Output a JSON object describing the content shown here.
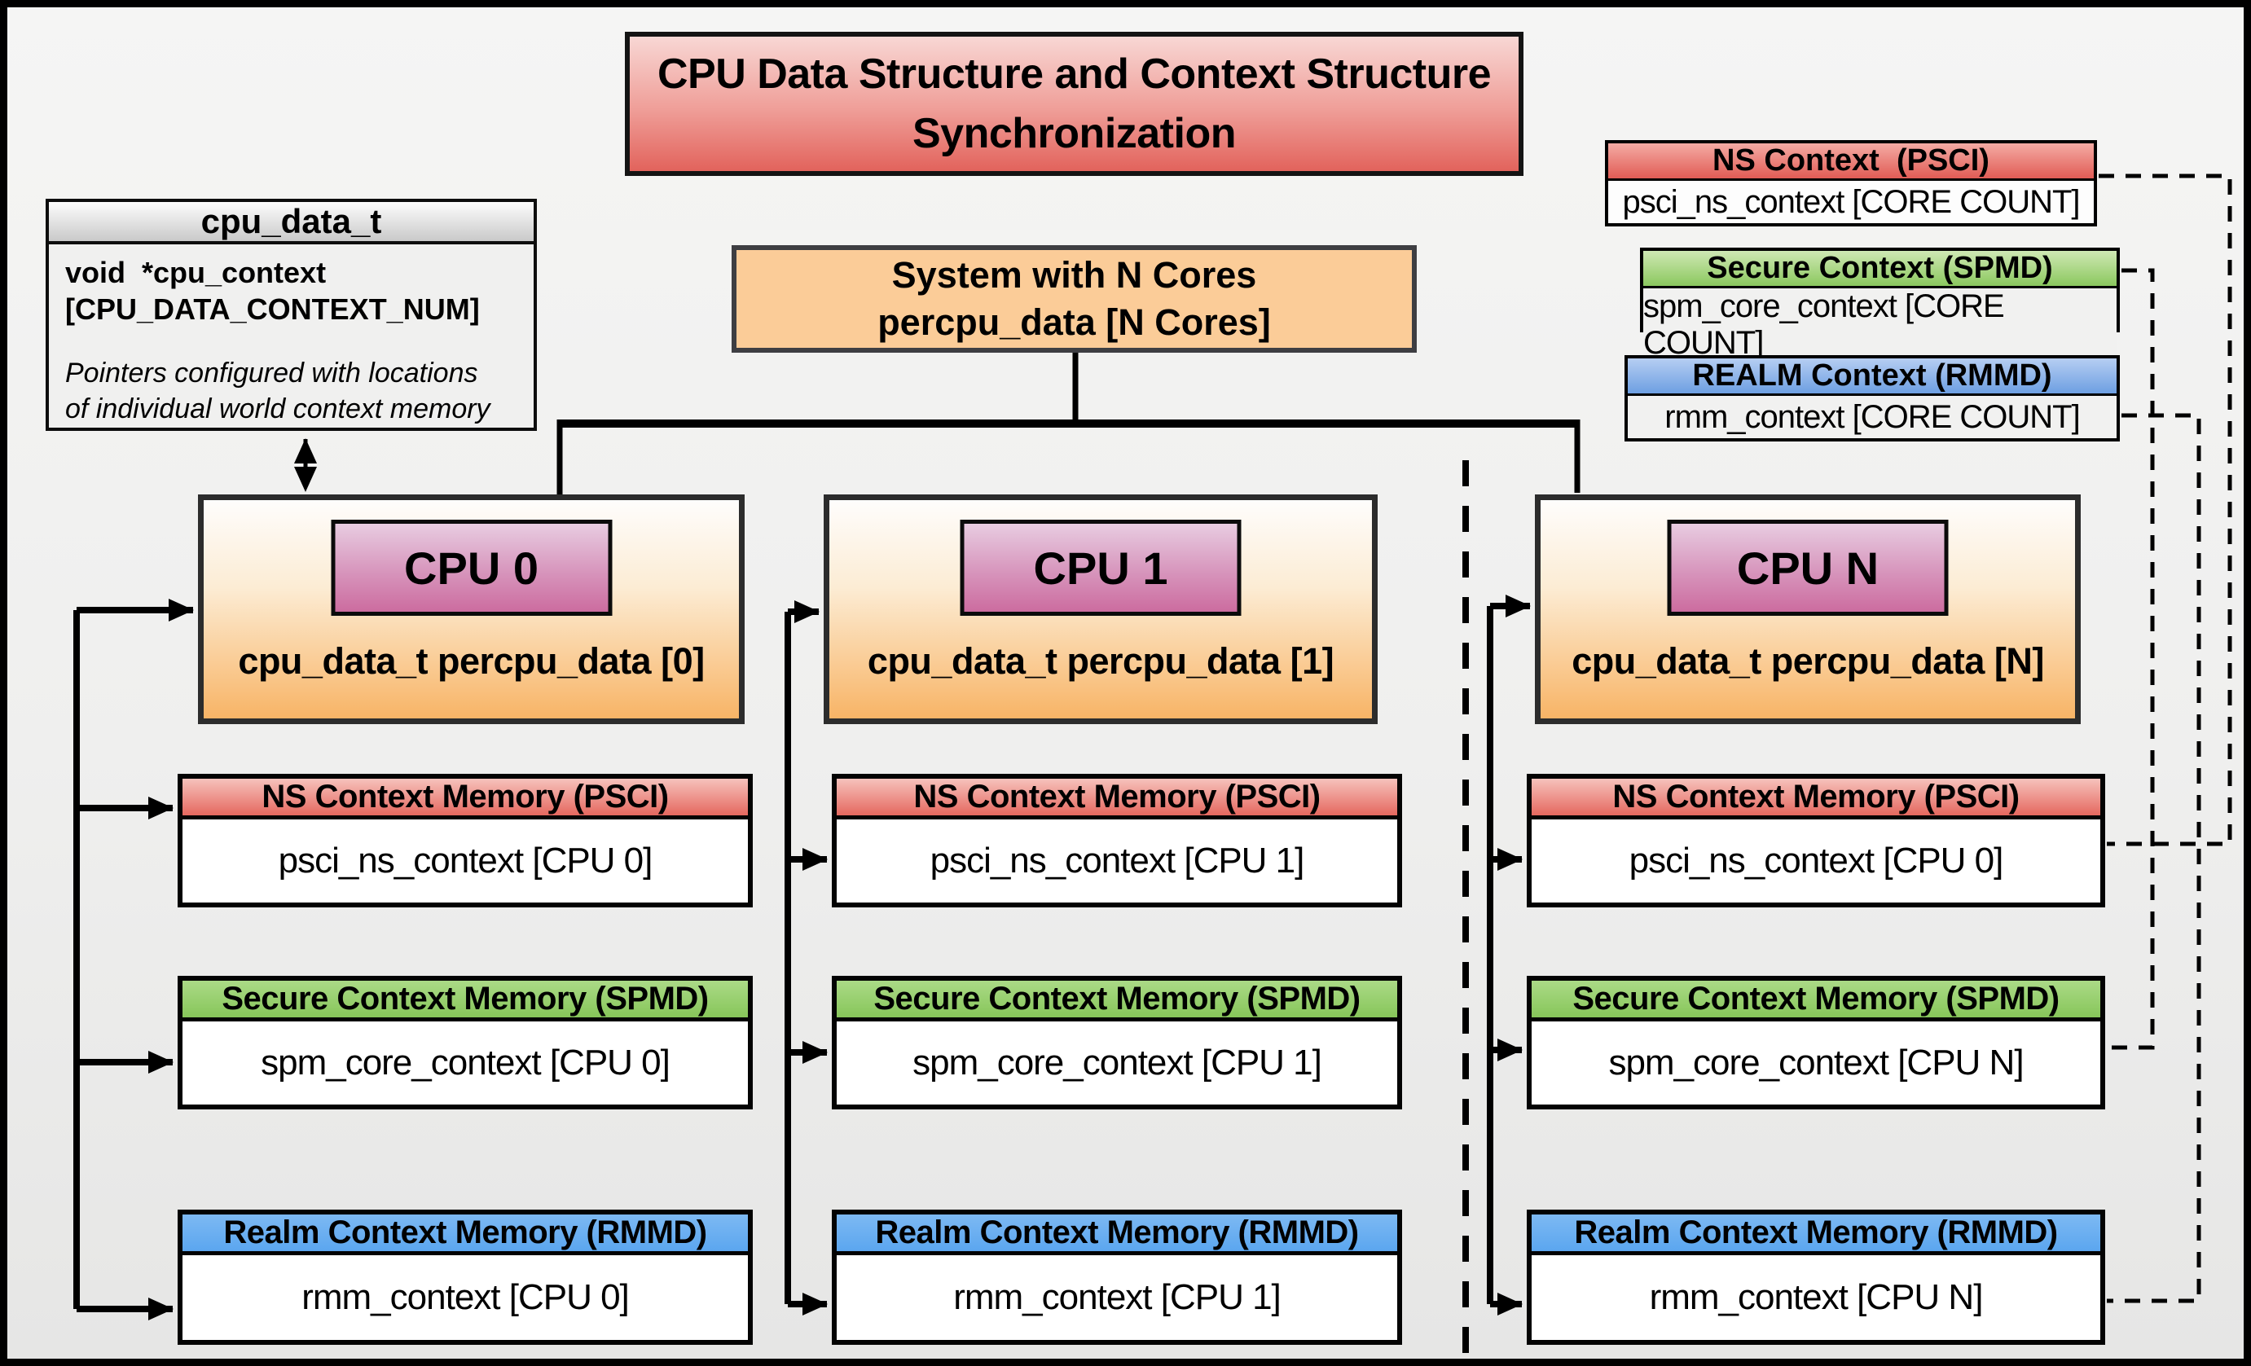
{
  "title": {
    "line1": "CPU Data Structure and Context Structure",
    "line2": "Synchronization"
  },
  "cpu_data_t": {
    "header": "cpu_data_t",
    "field_line1": "void  *cpu_context",
    "field_line2": "[CPU_DATA_CONTEXT_NUM]",
    "note_line1": "Pointers configured with locations",
    "note_line2": "of individual world context memory"
  },
  "system_box": {
    "line1": "System with N Cores",
    "line2": "percpu_data [N Cores]"
  },
  "legend": {
    "ns": {
      "header": "NS Context  (PSCI)",
      "body": "psci_ns_context [CORE COUNT]"
    },
    "secure": {
      "header": "Secure Context (SPMD)",
      "body": "spm_core_context [CORE COUNT]"
    },
    "realm": {
      "header": "REALM Context (RMMD)",
      "body": "rmm_context [CORE COUNT]"
    }
  },
  "cpus": [
    {
      "label": "CPU 0",
      "data": "cpu_data_t percpu_data [0]",
      "ns_header": "NS Context Memory (PSCI)",
      "ns_body": "psci_ns_context [CPU 0]",
      "secure_header": "Secure Context Memory (SPMD)",
      "secure_body": "spm_core_context [CPU 0]",
      "realm_header": "Realm Context Memory (RMMD)",
      "realm_body": "rmm_context [CPU 0]"
    },
    {
      "label": "CPU 1",
      "data": "cpu_data_t percpu_data [1]",
      "ns_header": "NS Context Memory (PSCI)",
      "ns_body": "psci_ns_context [CPU 1]",
      "secure_header": "Secure Context Memory (SPMD)",
      "secure_body": "spm_core_context [CPU 1]",
      "realm_header": "Realm Context Memory (RMMD)",
      "realm_body": "rmm_context [CPU 1]"
    },
    {
      "label": "CPU N",
      "data": "cpu_data_t percpu_data [N]",
      "ns_header": "NS Context Memory (PSCI)",
      "ns_body": "psci_ns_context [CPU 0]",
      "secure_header": "Secure Context Memory (SPMD)",
      "secure_body": "spm_core_context [CPU N]",
      "realm_header": "Realm Context Memory (RMMD)",
      "realm_body": "rmm_context [CPU N]"
    }
  ],
  "colors": {
    "title_top": "#f8d7d4",
    "title_bottom": "#e2635c",
    "system_fill": "#fbcc98",
    "cpu_box_top": "#fefdfc",
    "cpu_box_bottom": "#f8b466",
    "cpu_label_top": "#e8cce1",
    "cpu_label_bottom": "#cc6c9f",
    "ns_header_top": "#f6c2bc",
    "ns_header_bottom": "#e5685f",
    "secure_header_top": "#abda87",
    "secure_header_bottom": "#87c65a",
    "realm_header_top": "#7db9f3",
    "realm_header_bottom": "#5ba6ef",
    "line_color": "#000000"
  }
}
